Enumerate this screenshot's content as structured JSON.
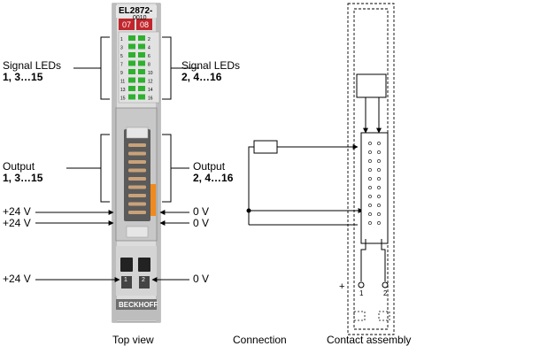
{
  "terminal": {
    "model": "EL2872-",
    "model_suffix": "0010",
    "tab_left": "07",
    "tab_right": "08",
    "brand": "BECKHOFF",
    "led_numbers_left": [
      "1",
      "3",
      "5",
      "7",
      "9",
      "11",
      "13",
      "15"
    ],
    "led_numbers_right": [
      "2",
      "4",
      "6",
      "8",
      "10",
      "12",
      "14",
      "16"
    ],
    "connector_numbers": [
      "1",
      "2"
    ]
  },
  "labels": {
    "signal_leds_left_title": "Signal LEDs",
    "signal_leds_left_sub": "1, 3…15",
    "signal_leds_right_title": "Signal LEDs",
    "signal_leds_right_sub": "2, 4…16",
    "output_left_title": "Output",
    "output_left_sub": "1, 3…15",
    "output_right_title": "Output",
    "output_right_sub": "2, 4…16",
    "plus24_a": "+24 V",
    "plus24_b": "+24 V",
    "plus24_c": "+24 V",
    "zero_a": "0 V",
    "zero_b": "0 V",
    "zero_c": "0 V"
  },
  "contact": {
    "plus_sign": "+",
    "pin_1": "1",
    "pin_2": "2"
  },
  "captions": {
    "top_view": "Top view",
    "connection": "Connection",
    "contact_assembly": "Contact assembly"
  }
}
